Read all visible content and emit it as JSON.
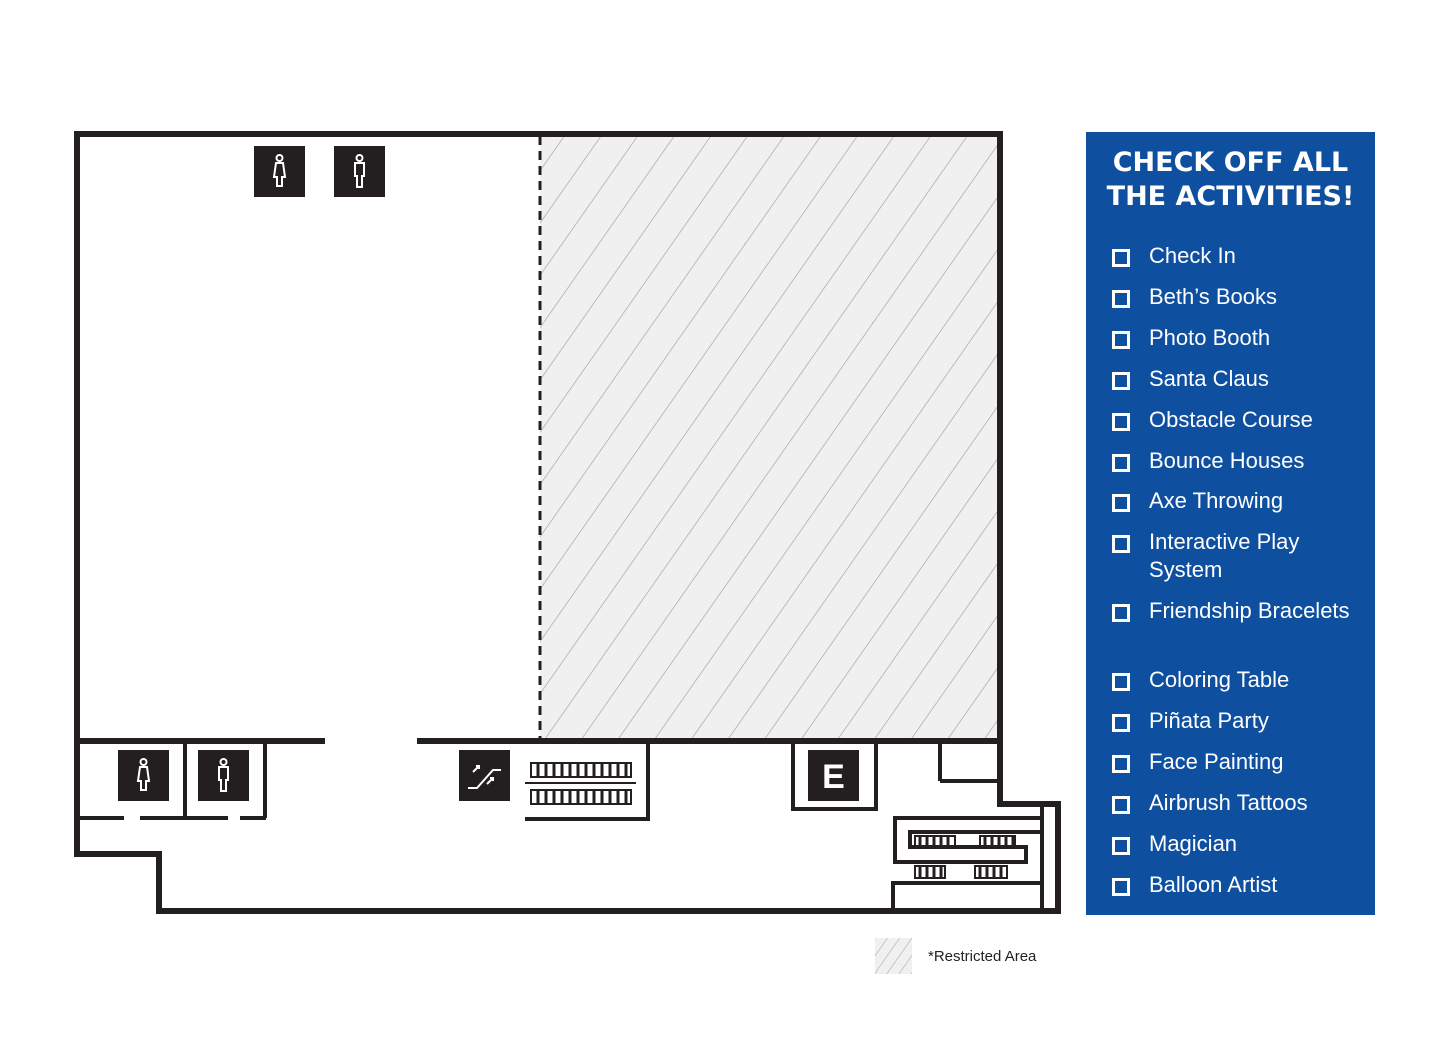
{
  "panel": {
    "title_line1": "CHECK OFF ALL",
    "title_line2": "THE ACTIVITIES!",
    "background_color": "#0e4fa0",
    "activities": [
      {
        "label": "Check In",
        "checked": false
      },
      {
        "label": "Beth’s Books",
        "checked": false
      },
      {
        "label": "Photo Booth",
        "checked": false
      },
      {
        "label": "Santa Claus",
        "checked": false
      },
      {
        "label": "Obstacle Course",
        "checked": false
      },
      {
        "label": "Bounce Houses",
        "checked": false
      },
      {
        "label": "Axe Throwing",
        "checked": false
      },
      {
        "label": "Interactive Play System",
        "checked": false
      },
      {
        "label": "Friendship Bracelets",
        "checked": false
      },
      {
        "label": "Coloring Table",
        "checked": false
      },
      {
        "label": "Piñata Party",
        "checked": false
      },
      {
        "label": "Face Painting",
        "checked": false
      },
      {
        "label": "Airbrush Tattoos",
        "checked": false
      },
      {
        "label": "Magician",
        "checked": false
      },
      {
        "label": "Balloon Artist",
        "checked": false
      }
    ]
  },
  "map": {
    "elevator_label": "E",
    "icons": [
      "restroom-women-icon",
      "restroom-men-icon",
      "escalator-icon",
      "stairs-icon",
      "elevator-icon"
    ],
    "restricted_fill_color": "#f0f0f0",
    "wall_color": "#231f20"
  },
  "legend": {
    "label": "*Restricted Area"
  }
}
